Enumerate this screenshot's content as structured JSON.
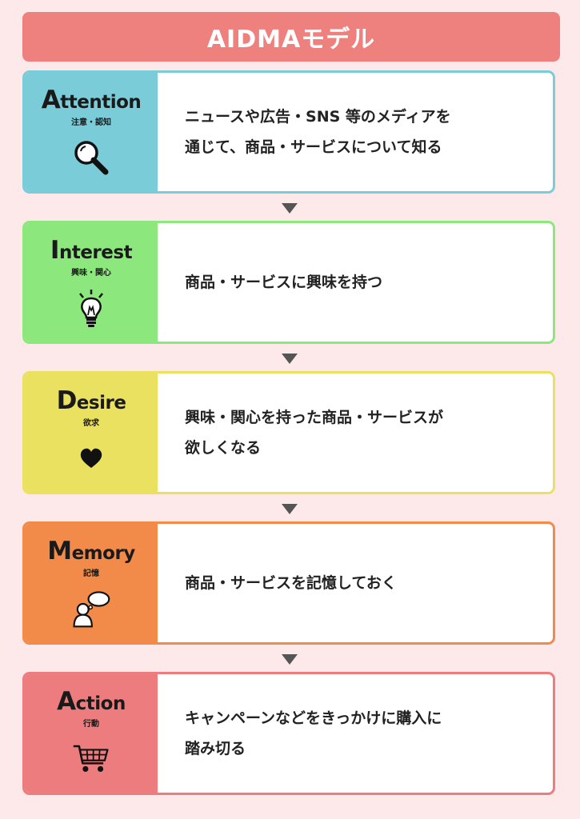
{
  "title": "AIDMAモデル",
  "colors": {
    "background": "#fde8ea",
    "title_bar": "#ee817e"
  },
  "steps": [
    {
      "initial": "A",
      "rest": "ttention",
      "sub": "注意・認知",
      "icon": "magnifier-icon",
      "color": "#79ccd8",
      "description": "ニュースや広告・SNS 等のメディアを\n通じて、商品・サービスについて知る"
    },
    {
      "initial": "I",
      "rest": "nterest",
      "sub": "興味・関心",
      "icon": "lightbulb-icon",
      "color": "#8ce87c",
      "description": "商品・サービスに興味を持つ"
    },
    {
      "initial": "D",
      "rest": "esire",
      "sub": "欲求",
      "icon": "heart-icon",
      "color": "#ebe160",
      "description": "興味・関心を持った商品・サービスが\n欲しくなる"
    },
    {
      "initial": "M",
      "rest": "emory",
      "sub": "記憶",
      "icon": "person-thought-bubble-icon",
      "color": "#f28a4a",
      "description": "商品・サービスを記憶しておく"
    },
    {
      "initial": "A",
      "rest": "ction",
      "sub": "行動",
      "icon": "shopping-cart-icon",
      "color": "#ec7c7d",
      "description": "キャンペーンなどをきっかけに購入に\n踏み切る"
    }
  ]
}
